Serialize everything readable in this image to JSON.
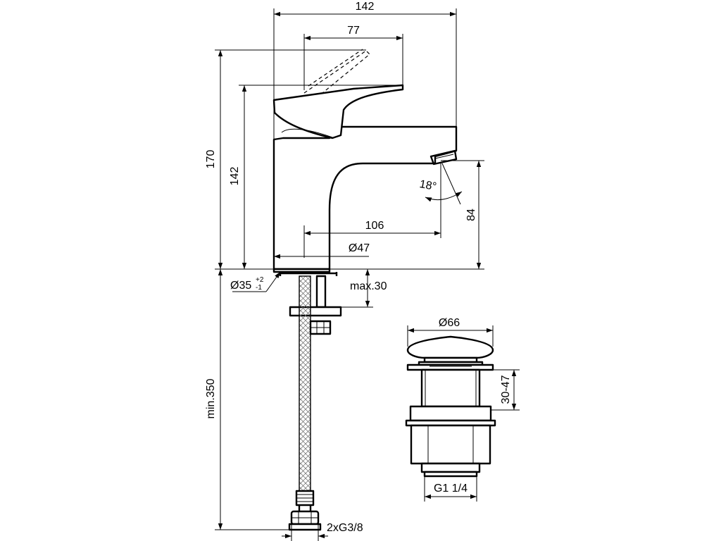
{
  "dimensions": {
    "overall_width": "142",
    "handle_reach": "77",
    "overall_height": "170",
    "handle_height": "142",
    "spout_reach": "106",
    "spout_height": "84",
    "spout_angle": "18°",
    "base_diameter": "Ø47",
    "hole_diameter": "Ø35",
    "hole_tol_upper": "+2",
    "hole_tol_lower": "-1",
    "max_thickness": "max.30",
    "hose_length": "min.350",
    "connections": "2xG3/8",
    "waste_diameter": "Ø66",
    "waste_range": "30-47",
    "waste_thread": "G1 1/4"
  }
}
